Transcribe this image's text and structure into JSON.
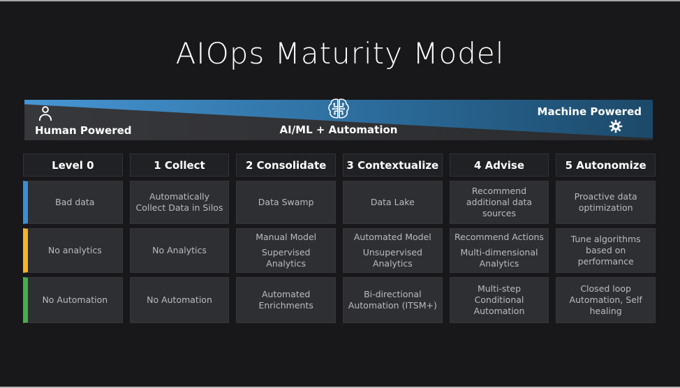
{
  "title": "AIOps Maturity Model",
  "banner": {
    "left_label": "Human Powered",
    "center_label": "AI/ML + Automation",
    "right_label": "Machine Powered"
  },
  "colors": {
    "banner_blue_left": "#4796d4",
    "banner_blue_right": "#1c4969",
    "banner_gray": "#2f3033",
    "page_bg": "#18181a",
    "row_accent_data": "#3a8fd2",
    "row_accent_analytics": "#f6b424",
    "row_accent_automation": "#43b14b"
  },
  "matrix": {
    "row_accents": [
      "#3a8fd2",
      "#f6b424",
      "#43b14b"
    ],
    "columns": [
      {
        "header": "Level 0",
        "cells": [
          [
            "Bad data"
          ],
          [
            "No analytics"
          ],
          [
            "No Automation"
          ]
        ]
      },
      {
        "header": "1 Collect",
        "cells": [
          [
            "Automatically Collect Data in Silos"
          ],
          [
            "No Analytics"
          ],
          [
            "No Automation"
          ]
        ]
      },
      {
        "header": "2 Consolidate",
        "cells": [
          [
            "Data Swamp"
          ],
          [
            "Manual Model",
            "Supervised Analytics"
          ],
          [
            "Automated Enrichments"
          ]
        ]
      },
      {
        "header": "3 Contextualize",
        "cells": [
          [
            "Data Lake"
          ],
          [
            "Automated Model",
            "Unsupervised Analytics"
          ],
          [
            "Bi-directional Automation (ITSM+)"
          ]
        ]
      },
      {
        "header": "4 Advise",
        "cells": [
          [
            "Recommend additional data sources"
          ],
          [
            "Recommend Actions",
            "Multi-dimensional Analytics"
          ],
          [
            "Multi-step Conditional Automation"
          ]
        ]
      },
      {
        "header": "5 Autonomize",
        "cells": [
          [
            "Proactive data optimization"
          ],
          [
            "Tune algorithms based on performance"
          ],
          [
            "Closed loop Automation, Self healing"
          ]
        ]
      }
    ]
  }
}
